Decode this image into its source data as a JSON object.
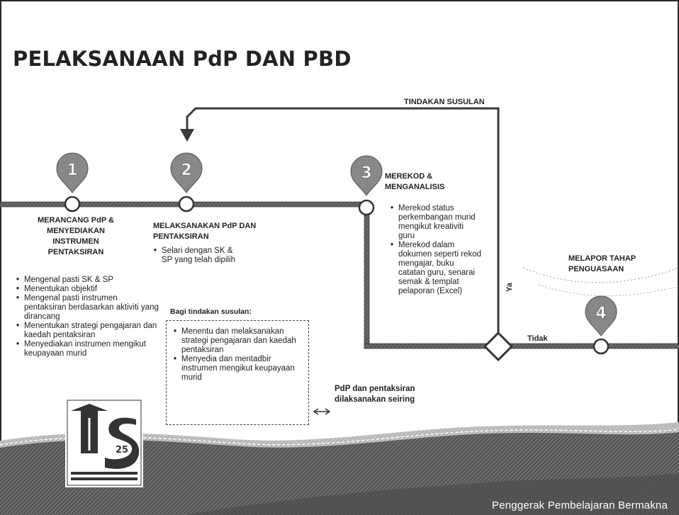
{
  "title": "PELAKSANAAN PdP DAN PBD",
  "loop_label": "TINDAKAN SUSULAN",
  "steps": [
    {
      "number": "1",
      "label": "MERANCANG PdP & MENYEDIAKAN INSTRUMEN PENTAKSIRAN"
    },
    {
      "number": "2",
      "label": "MELAKSANAKAN PdP DAN PENTAKSIRAN"
    },
    {
      "number": "3",
      "label": "MEREKOD & MENGANALISIS"
    },
    {
      "number": "4",
      "label": "MELAPOR TAHAP PENGUASAAN"
    }
  ],
  "step1_bullets": [
    "Mengenal pasti SK & SP",
    "Menentukan objektif",
    "Mengenal pasti instrumen pentaksiran berdasarkan aktiviti yang dirancang",
    "Menentukan strategi pengajaran dan kaedah pentaksiran",
    "Menyediakan instrumen mengikut keupayaan murid"
  ],
  "step2_bullets": [
    "Selari dengan SK & SP yang telah dipilih"
  ],
  "followup_heading": "Bagi tindakan susulan:",
  "followup_bullets": [
    "Menentu dan melaksanakan strategi pengajaran dan kaedah pentaksiran",
    "Menyedia dan mentadbir instrumen mengikut keupayaan murid"
  ],
  "parallel_note": "PdP dan pentaksiran dilaksanakan seiring",
  "step3_bullets": [
    "Merekod status perkembangan murid mengikut kreativiti guru",
    "Merekod dalam dokumen seperti rekod mengajar, buku catatan guru, senarai semak & templat pelaporan (Excel)"
  ],
  "decision_yes": "Ya",
  "decision_no": "Tidak",
  "logo_number": "25",
  "footer_tagline": "Penggerak Pembelajaran Bermakna",
  "colors": {
    "line": "#4a4a4a",
    "pin": "#8c8c8c",
    "wave": "#5a5a5a",
    "wave_light": "#b5b5b5"
  }
}
